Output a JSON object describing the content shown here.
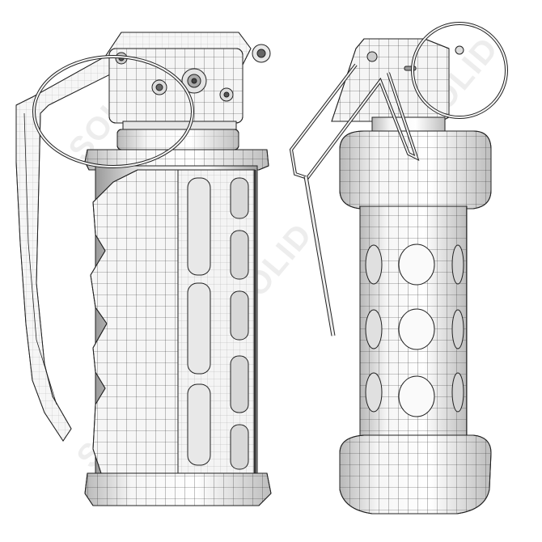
{
  "scene": {
    "description": "Wireframe renders of two hand grenade 3D models on white background",
    "background": "#ffffff",
    "line_color": "#222222",
    "fill_light": "#f4f4f4",
    "fill_mid": "#dcdcdc",
    "fill_dark": "#a8a8a8"
  },
  "models": [
    {
      "name": "flashbang-grenade-grip",
      "position": "left"
    },
    {
      "name": "stun-grenade-cylindrical",
      "position": "right"
    }
  ],
  "watermark": {
    "text": "SOLID",
    "opacity": 0.07
  }
}
